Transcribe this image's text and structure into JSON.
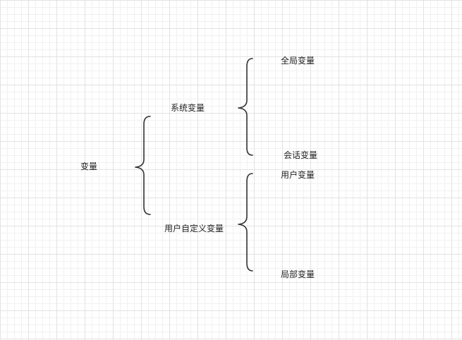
{
  "diagram": {
    "root": "变量",
    "system": {
      "label": "系统变量",
      "children": [
        "全局变量",
        "会话变量"
      ]
    },
    "user": {
      "label": "用户自定义变量",
      "children": [
        "用户变量",
        "局部变量"
      ]
    }
  },
  "colors": {
    "stroke": "#333333",
    "text": "#1f1f1f",
    "grid": "#e2e2e2"
  }
}
